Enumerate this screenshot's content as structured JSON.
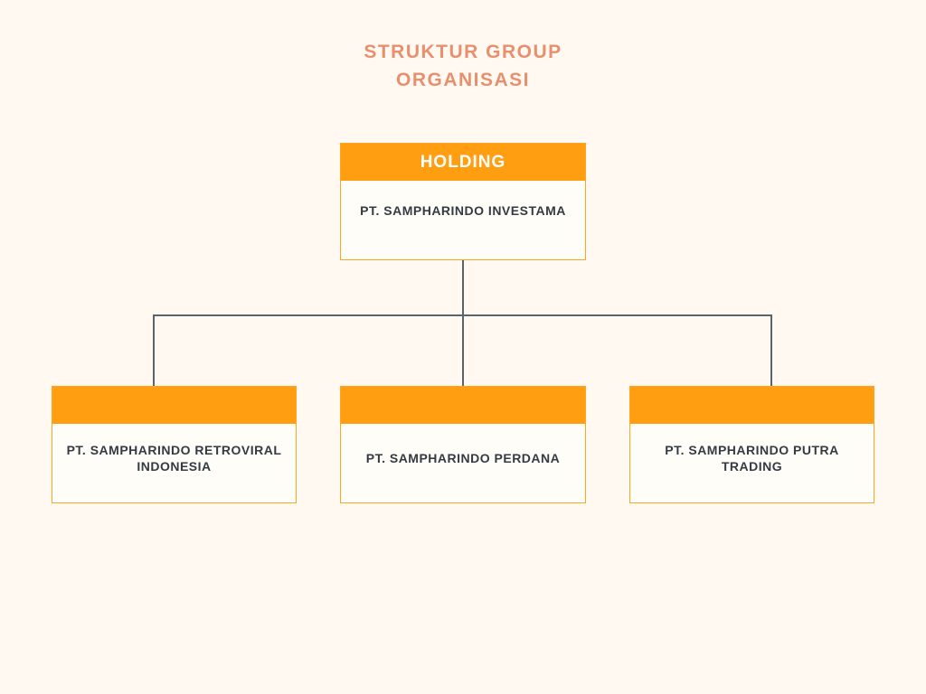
{
  "title": {
    "text": "STRUKTUR GROUP ORGANISASI"
  },
  "org_chart": {
    "root": {
      "header_label": "HOLDING",
      "company": "PT. SAMPHARINDO INVESTAMA"
    },
    "children": [
      {
        "header_label": "",
        "company": "PT. SAMPHARINDO RETROVIRAL INDONESIA"
      },
      {
        "header_label": "",
        "company": "PT. SAMPHARINDO PERDANA"
      },
      {
        "header_label": "",
        "company": "PT. SAMPHARINDO PUTRA TRADING"
      }
    ]
  },
  "colors": {
    "background": "#FFF9F1",
    "header_orange": "#FF9E10",
    "box_border": "#FFA526",
    "box_body_background": "#FFFDF7",
    "connector_line": "#5A646E",
    "title_text": "#E8906E",
    "company_text": "#343A44",
    "header_label_text": "#FFFFFF"
  }
}
